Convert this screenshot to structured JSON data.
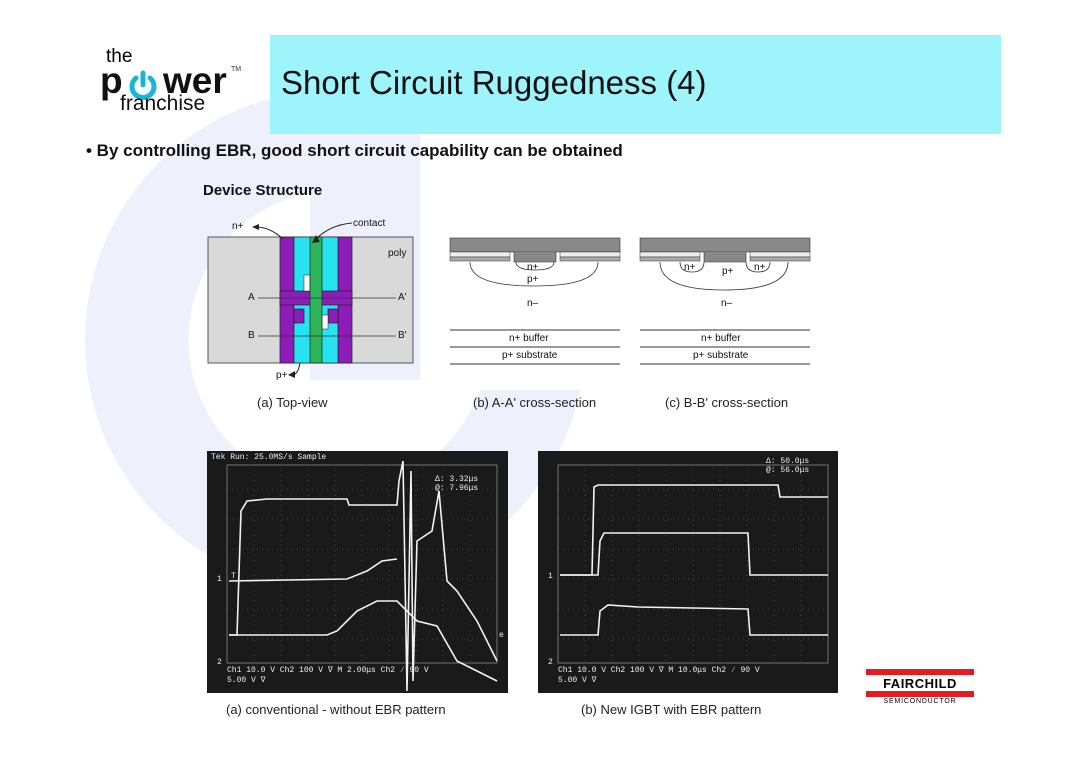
{
  "logo": {
    "the": "the",
    "power_p": "p",
    "power_rest": "wer",
    "tm": "TM",
    "franchise": "franchise"
  },
  "title": "Short Circuit Ruggedness (4)",
  "bullet": "• By controlling EBR, good short circuit capability can be obtained",
  "device_structure": {
    "heading": "Device Structure",
    "top_view": {
      "labels": {
        "n_plus": "n+",
        "contact": "contact",
        "poly": "poly",
        "a": "A",
        "a_prime": "A'",
        "b": "B",
        "b_prime": "B'",
        "p_plus": "p+"
      },
      "caption": "(a) Top-view"
    },
    "section_aa": {
      "labels": {
        "n_plus": "n+",
        "p_plus": "p+",
        "n_minus": "n–",
        "n_buffer": "n+ buffer",
        "p_substrate": "p+ substrate"
      },
      "caption": "(b) A-A' cross-section"
    },
    "section_bb": {
      "labels": {
        "n_plus_left": "n+",
        "p_plus": "p+",
        "n_plus_right": "n+",
        "n_minus": "n–",
        "n_buffer": "n+ buffer",
        "p_substrate": "p+ substrate"
      },
      "caption": "(c) B-B' cross-section"
    }
  },
  "scope_left": {
    "header": "Tek Run: 25.0MS/s    Sample",
    "delta": "Δ: 3.32μs",
    "at": "@: 7.96μs",
    "marker_1": "1",
    "marker_2": "2",
    "marker_t": "T",
    "marker_e": "e",
    "footer_1": "Ch1   10.0 V    Ch2    100 V ∇ M 2.00μs  Ch2 ∕    90 V",
    "footer_2": "      5.00 V ∇",
    "caption": "(a) conventional - without EBR pattern"
  },
  "scope_right": {
    "delta": "Δ: 50.0μs",
    "at": "@: 56.0μs",
    "marker_1": "1",
    "marker_2": "2",
    "footer_1": "Ch1   10.0 V    Ch2    100 V ∇ M 10.0μs  Ch2 ∕    90 V",
    "footer_2": "      5.00 V ∇",
    "caption": "(b) New IGBT with EBR pattern"
  },
  "fairchild": {
    "name": "FAIRCHILD",
    "sub": "SEMICONDUCTOR"
  },
  "colors": {
    "title_bar": "#9ef4fb",
    "purple": "#8d1cb8",
    "cyan": "#27e3f0",
    "green": "#2eb55a",
    "fairchild_red": "#e51b24",
    "watermark": "#eef0fb"
  }
}
